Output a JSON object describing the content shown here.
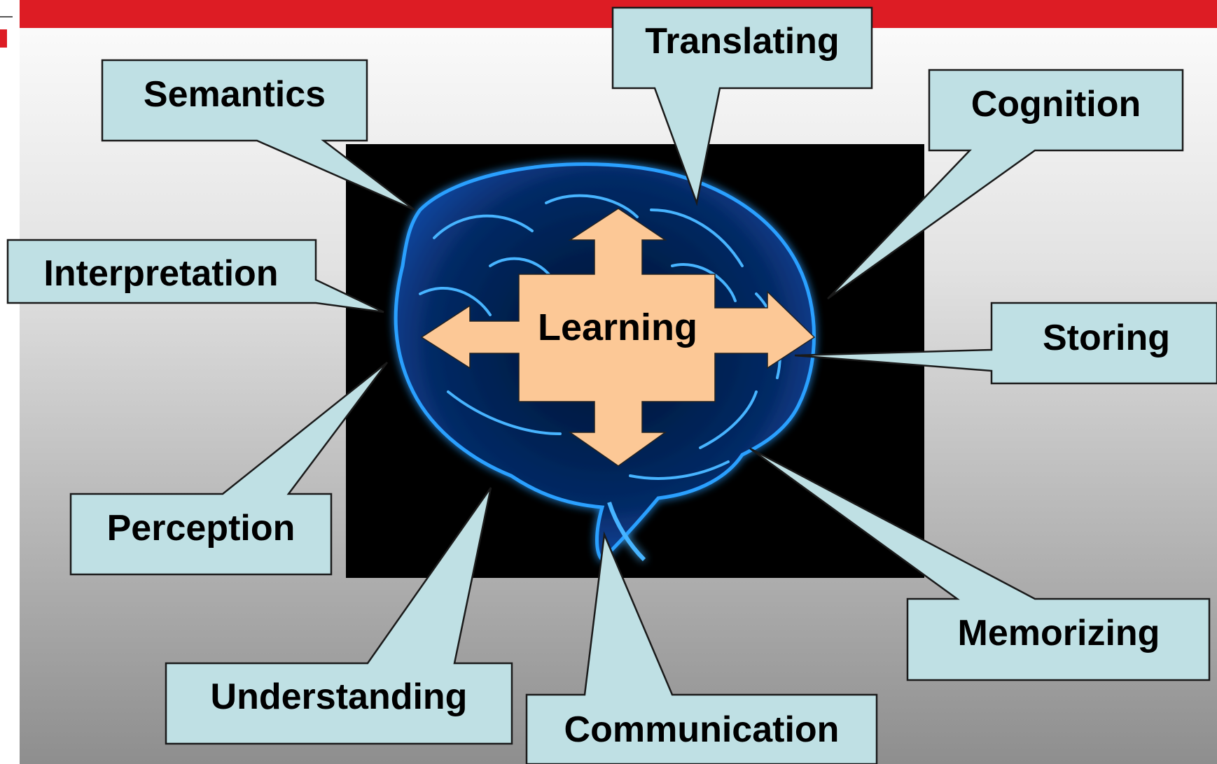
{
  "slide": {
    "colors": {
      "header_bar": "#dd1c24",
      "background_top": "#fdfdfd",
      "background_bottom": "#8e8e8e",
      "callout_fill": "#bfe0e4",
      "callout_border": "#1a1a1a",
      "center_arrow_fill": "#fcc896",
      "brain_panel": "#000000",
      "brain_glow": "#1e8fff"
    },
    "icons": [
      "brain-image",
      "four-way-arrow-icon"
    ]
  },
  "diagram": {
    "center_label": "Learning",
    "callouts": [
      {
        "id": "semantics",
        "label": "Semantics"
      },
      {
        "id": "translating",
        "label": "Translating"
      },
      {
        "id": "cognition",
        "label": "Cognition"
      },
      {
        "id": "interpretation",
        "label": "Interpretation"
      },
      {
        "id": "storing",
        "label": "Storing"
      },
      {
        "id": "perception",
        "label": "Perception"
      },
      {
        "id": "memorizing",
        "label": "Memorizing"
      },
      {
        "id": "understanding",
        "label": "Understanding"
      },
      {
        "id": "communication",
        "label": "Communication"
      }
    ]
  }
}
